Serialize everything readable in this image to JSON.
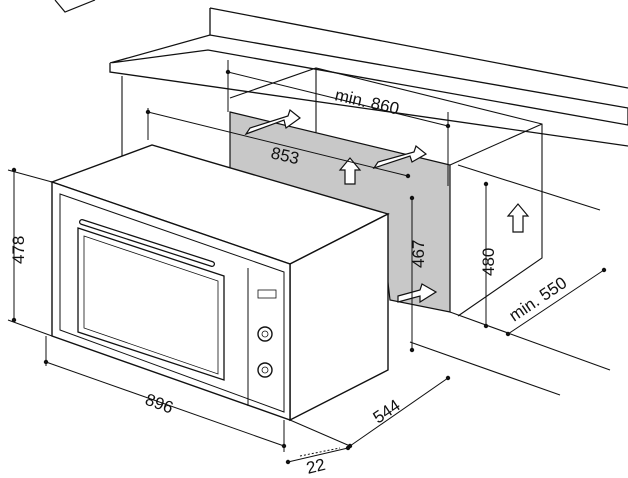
{
  "diagram": {
    "dimensions": {
      "min_width_cavity": "min. 860",
      "cavity_width": "853",
      "cavity_height": "467",
      "opening_height": "480",
      "min_depth": "min. 550",
      "oven_height": "478",
      "oven_width": "896",
      "oven_depth": "544",
      "front_protrusion": "22"
    },
    "colors": {
      "line": "#111111",
      "cavity_fill": "#c8c8c8",
      "oven_fill": "#ffffff",
      "window_fill": "#ffffff"
    },
    "icons": [
      "airflow-arrow-icon",
      "airflow-arrow-up-icon"
    ]
  }
}
